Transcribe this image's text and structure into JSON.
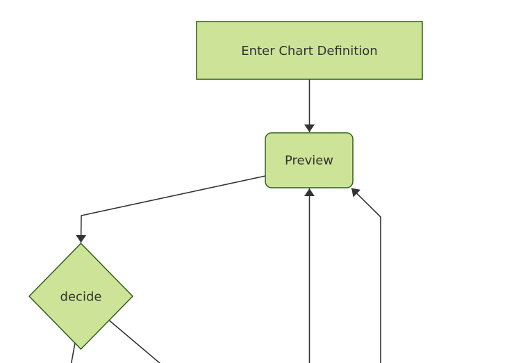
{
  "diagram": {
    "type": "flowchart",
    "direction": "top-down",
    "background_color": "#ffffff",
    "node_fill_color": "#cde498",
    "node_border_color": "#2d5f16",
    "edge_color": "#333333",
    "text_color": "#333333",
    "nodes": [
      {
        "id": "enter-chart-definition",
        "label": "Enter Chart Definition",
        "shape": "rectangle"
      },
      {
        "id": "preview",
        "label": "Preview",
        "shape": "rounded-rectangle"
      },
      {
        "id": "decide",
        "label": "decide",
        "shape": "diamond"
      }
    ],
    "edges": [
      {
        "from": "enter-chart-definition",
        "to": "preview",
        "arrowhead": true
      },
      {
        "from": "preview",
        "to": "decide",
        "arrowhead": true
      },
      {
        "from": "offscreen-bottom-center",
        "to": "preview",
        "arrowhead": true
      },
      {
        "from": "offscreen-bottom-right",
        "to": "preview",
        "arrowhead": true
      },
      {
        "from": "decide",
        "to": "offscreen-bottom-left",
        "arrowhead": false
      },
      {
        "from": "decide",
        "to": "offscreen-bottom",
        "arrowhead": false
      }
    ]
  }
}
